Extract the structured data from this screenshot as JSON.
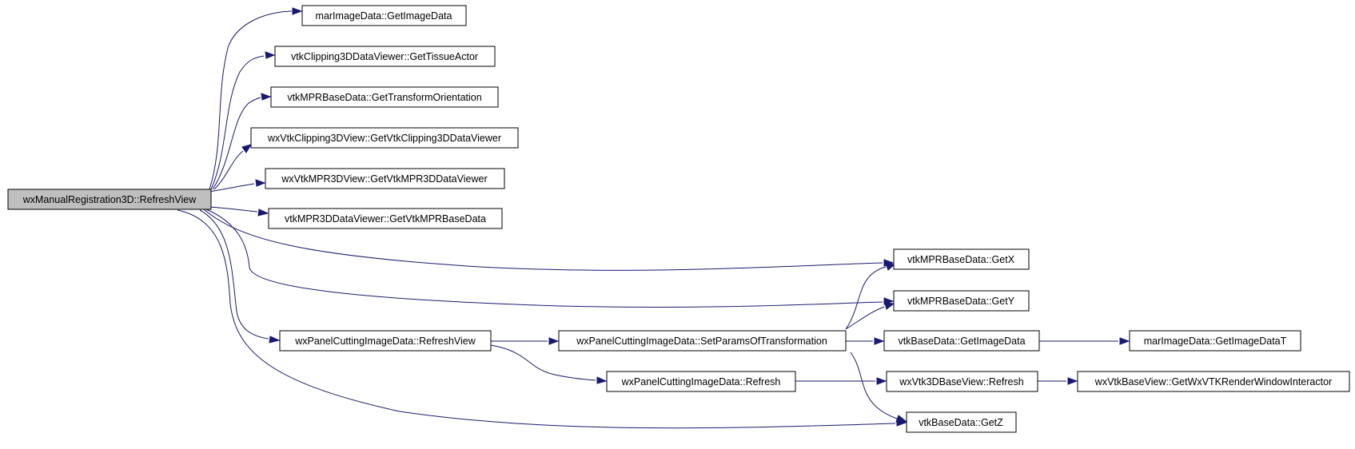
{
  "graph": {
    "root": "wxManualRegistration3D::RefreshView",
    "nodes": {
      "root": "wxManualRegistration3D::RefreshView",
      "n1": "marImageData::GetImageData",
      "n2": "vtkClipping3DDataViewer::GetTissueActor",
      "n3": "vtkMPRBaseData::GetTransformOrientation",
      "n4": "wxVtkClipping3DView::GetVtkClipping3DDataViewer",
      "n5": "wxVtkMPR3DView::GetVtkMPR3DDataViewer",
      "n6": "vtkMPR3DDataViewer::GetVtkMPRBaseData",
      "n7": "vtkMPRBaseData::GetX",
      "n8": "vtkMPRBaseData::GetY",
      "n9": "wxPanelCuttingImageData::RefreshView",
      "n10": "wxPanelCuttingImageData::SetParamsOfTransformation",
      "n11": "vtkBaseData::GetImageData",
      "n12": "marImageData::GetImageDataT",
      "n13": "wxPanelCuttingImageData::Refresh",
      "n14": "wxVtk3DBaseView::Refresh",
      "n15": "wxVtkBaseView::GetWxVTKRenderWindowInteractor",
      "n16": "vtkBaseData::GetZ"
    },
    "edges": [
      [
        "root",
        "n1"
      ],
      [
        "root",
        "n2"
      ],
      [
        "root",
        "n3"
      ],
      [
        "root",
        "n4"
      ],
      [
        "root",
        "n5"
      ],
      [
        "root",
        "n6"
      ],
      [
        "root",
        "n7"
      ],
      [
        "root",
        "n8"
      ],
      [
        "root",
        "n9"
      ],
      [
        "root",
        "n16"
      ],
      [
        "n9",
        "n10"
      ],
      [
        "n9",
        "n13"
      ],
      [
        "n10",
        "n7"
      ],
      [
        "n10",
        "n8"
      ],
      [
        "n10",
        "n11"
      ],
      [
        "n10",
        "n16"
      ],
      [
        "n11",
        "n12"
      ],
      [
        "n13",
        "n14"
      ],
      [
        "n14",
        "n15"
      ]
    ],
    "colors": {
      "edge": "#191970",
      "root_fill": "#bfbfbf",
      "node_fill": "#ffffff",
      "border": "#000000"
    }
  }
}
